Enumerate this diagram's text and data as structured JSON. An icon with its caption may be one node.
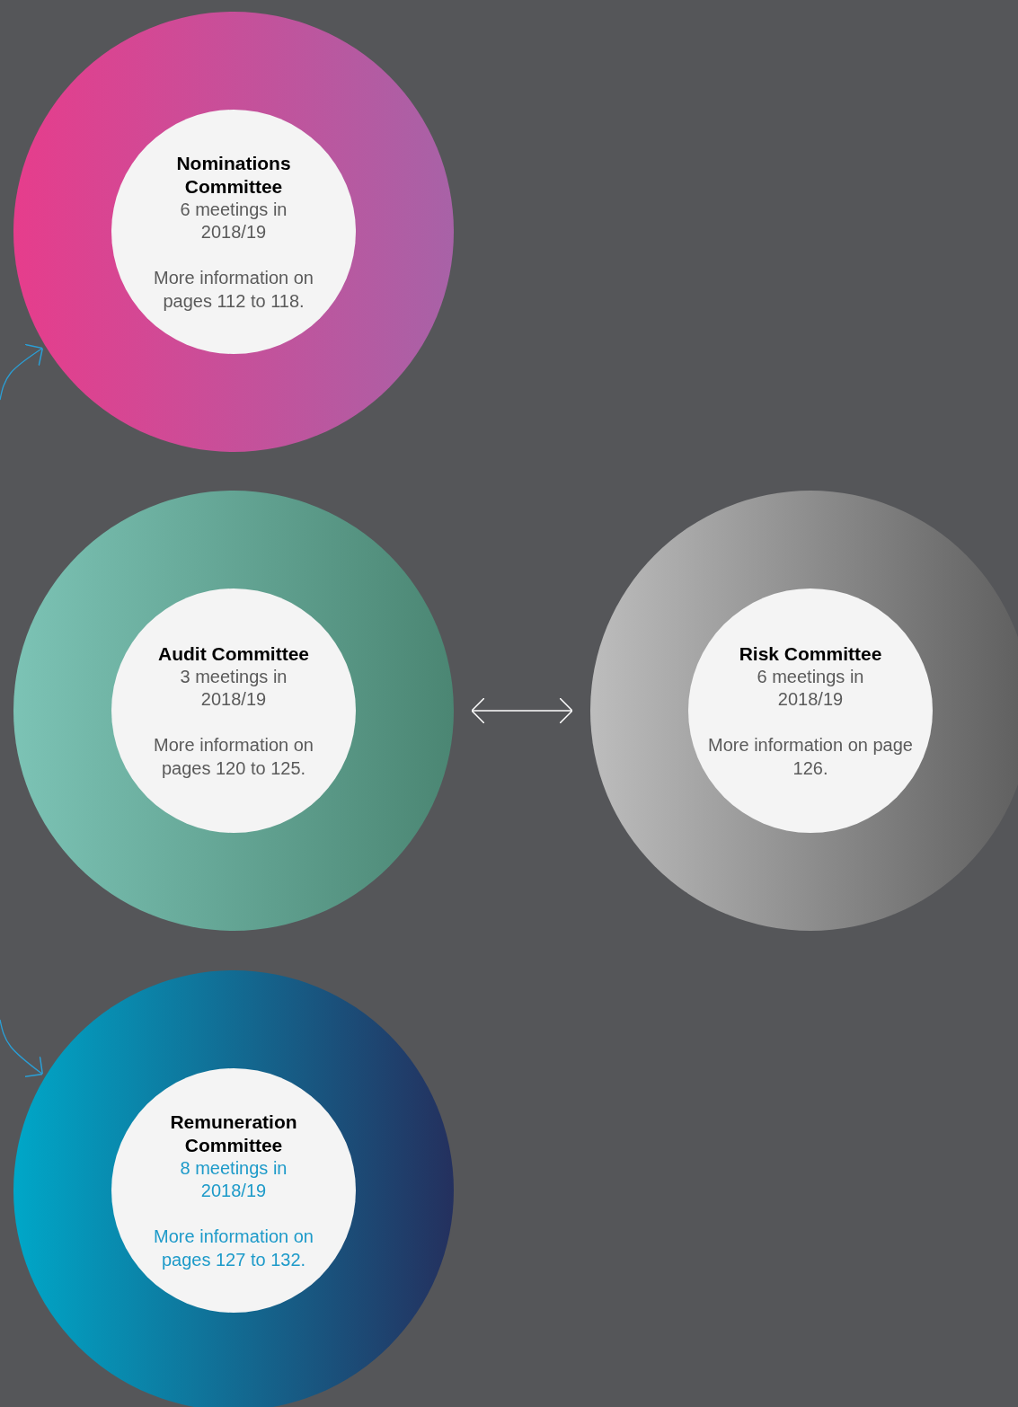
{
  "diagram": {
    "nodes": [
      {
        "text": [
          "Nominations Committee",
          "6 meetings in 2018/19",
          "More information on pages 112 to 118."
        ]
      },
      {
        "text": [
          "Audit Committee",
          "3 meetings in 2018/19",
          "More information on pages 120 to 125."
        ]
      },
      {
        "text": [
          "Risk Committee",
          "6 meetings in 2018/19",
          "More information on page 126."
        ]
      },
      {
        "text": [
          "Remuneration Committee",
          "8 meetings in 2018/19",
          "More information on pages 127 to 132."
        ]
      }
    ],
    "edges": [
      {
        "from": 1,
        "to": 2,
        "arrow": "both",
        "color": "#ffffff"
      },
      {
        "from": null,
        "to": 0,
        "arrow": "to",
        "color": "#2a9fd6"
      },
      {
        "from": null,
        "to": 3,
        "arrow": "to",
        "color": "#2a9fd6"
      }
    ]
  }
}
